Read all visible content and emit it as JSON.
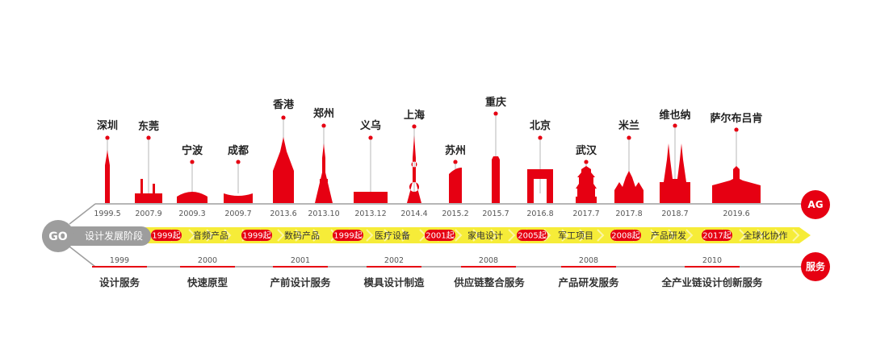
{
  "colors": {
    "red": "#e60012",
    "yellow": "#f6ec38",
    "gray": "#9d9d9d",
    "line": "#9d9d9d"
  },
  "cities": [
    {
      "name": "深圳",
      "date": "1999.5",
      "icon": "tower-icon"
    },
    {
      "name": "东莞",
      "date": "2007.9",
      "icon": "bridge-icon"
    },
    {
      "name": "宁波",
      "date": "2009.3",
      "icon": "hall-icon"
    },
    {
      "name": "成都",
      "date": "2009.7",
      "icon": "arena-icon"
    },
    {
      "name": "香港",
      "date": "2013.6",
      "icon": "bank-tower-icon"
    },
    {
      "name": "郑州",
      "date": "2013.10",
      "icon": "tv-tower-icon"
    },
    {
      "name": "义乌",
      "date": "2013.12",
      "icon": "market-icon"
    },
    {
      "name": "上海",
      "date": "2014.4",
      "icon": "pearl-tower-icon"
    },
    {
      "name": "苏州",
      "date": "2015.2",
      "icon": "skyscraper-icon"
    },
    {
      "name": "重庆",
      "date": "2015.7",
      "icon": "monument-icon"
    },
    {
      "name": "北京",
      "date": "2016.8",
      "icon": "cctv-icon"
    },
    {
      "name": "武汉",
      "date": "2017.7",
      "icon": "pagoda-icon"
    },
    {
      "name": "米兰",
      "date": "2017.8",
      "icon": "cathedral-icon"
    },
    {
      "name": "维也纳",
      "date": "2018.7",
      "icon": "church-icon"
    },
    {
      "name": "萨尔布吕肯",
      "date": "2019.6",
      "icon": "castle-icon"
    }
  ],
  "go_label": "GO",
  "start_label": "设计发展阶段",
  "ag_label": "AG",
  "service_badge": "服务",
  "stages": [
    {
      "year": "1999起",
      "label": "音频产品"
    },
    {
      "year": "1999起",
      "label": "数码产品"
    },
    {
      "year": "1999起",
      "label": "医疗设备"
    },
    {
      "year": "2001起",
      "label": "家电设计"
    },
    {
      "year": "2005起",
      "label": "军工项目"
    },
    {
      "year": "2008起",
      "label": "产品研发"
    },
    {
      "year": "2017起",
      "label": "全球化协作"
    }
  ],
  "services": [
    {
      "year": "1999",
      "label": "设计服务"
    },
    {
      "year": "2000",
      "label": "快速原型"
    },
    {
      "year": "2001",
      "label": "产前设计服务"
    },
    {
      "year": "2002",
      "label": "模具设计制造"
    },
    {
      "year": "2008",
      "label": "供应链整合服务"
    },
    {
      "year": "2008",
      "label": "产品研发服务"
    },
    {
      "year": "2010",
      "label": "全产业链设计创新服务"
    }
  ]
}
